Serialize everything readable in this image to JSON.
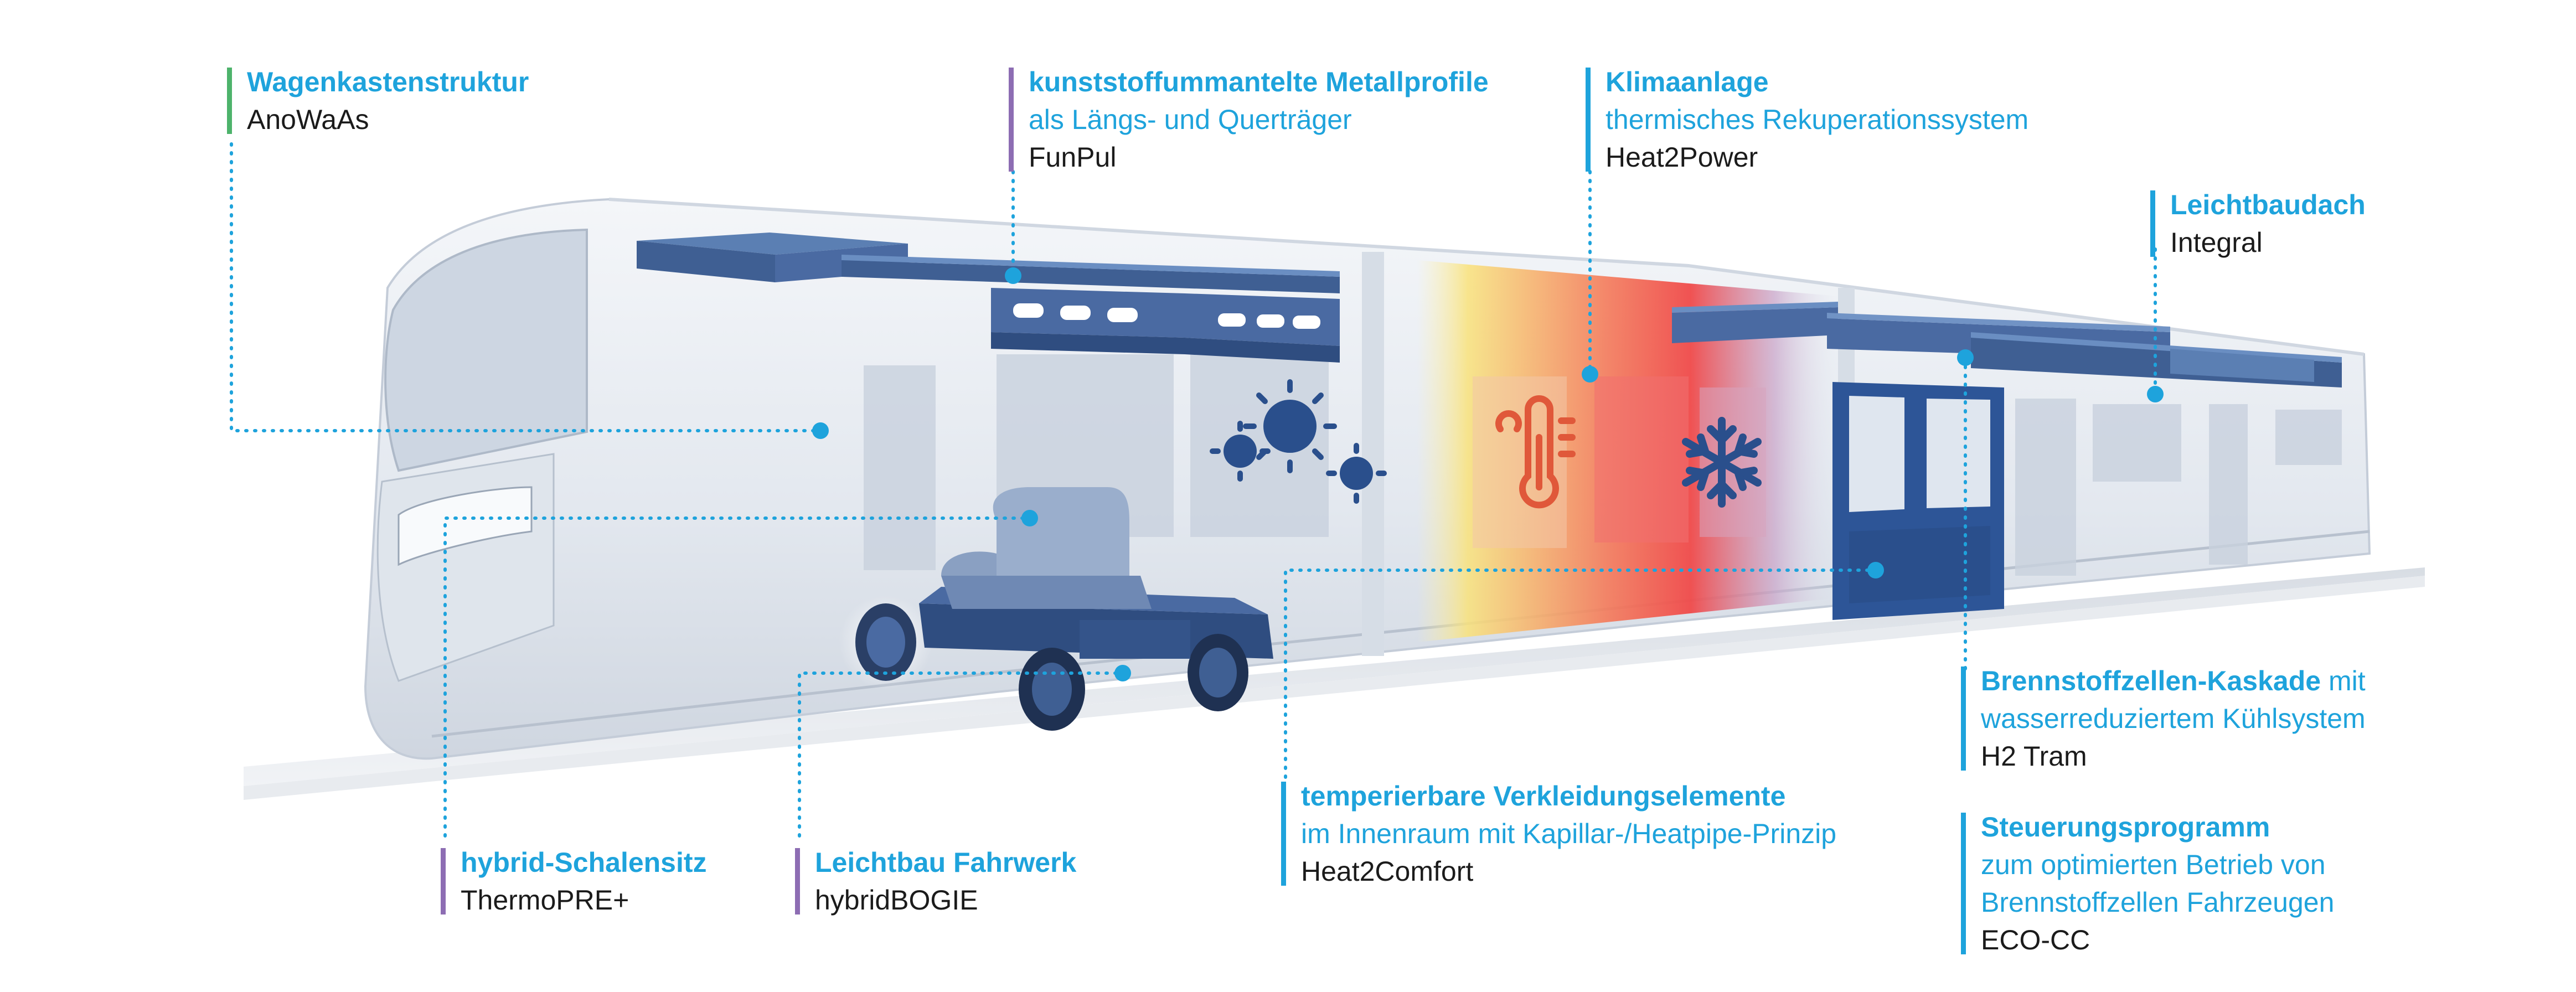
{
  "colors": {
    "accent_text": "#1ea3dc",
    "code_text": "#1b1b1b",
    "bar_green": "#4db36b",
    "bar_purple": "#8d6db3",
    "bar_blue": "#1ea3dc",
    "component_blue": "#3f5f93",
    "train_body": "#e6eaf0",
    "heat_red": "#f04a4a",
    "heat_yellow": "#f7df6a"
  },
  "callouts": [
    {
      "id": "wagenkasten",
      "title": "Wagenkastenstruktur",
      "code": "AnoWaAs",
      "bar": "green"
    },
    {
      "id": "metallprofile",
      "title": "kunststoffummantelte Metallprofile",
      "desc": [
        "als Längs- und Querträger"
      ],
      "code": "FunPul",
      "bar": "purple"
    },
    {
      "id": "klimaanlage",
      "title": "Klimaanlage",
      "desc": [
        "thermisches Rekuperationssystem"
      ],
      "code": "Heat2Power",
      "bar": "blue"
    },
    {
      "id": "leichtbaudach",
      "title": "Leichtbaudach",
      "code": "Integral",
      "bar": "blue"
    },
    {
      "id": "brennstoffzellen",
      "title": "Brennstoffzellen-Kaskade",
      "title_rest": " mit",
      "desc": [
        "wasserreduziertem Kühlsystem"
      ],
      "code": "H2 Tram",
      "bar": "blue"
    },
    {
      "id": "steuerung",
      "title": "Steuerungsprogramm",
      "desc": [
        "zum optimierten Betrieb von",
        "Brennstoffzellen Fahrzeugen"
      ],
      "code": "ECO-CC",
      "bar": "blue"
    },
    {
      "id": "verkleidung",
      "title": "temperierbare Verkleidungselemente",
      "desc": [
        "im Innenraum mit Kapillar-/Heatpipe-Prinzip"
      ],
      "code": "Heat2Comfort",
      "bar": "blue"
    },
    {
      "id": "schalensitz",
      "title": "hybrid-Schalensitz",
      "code": "ThermoPRE+",
      "bar": "purple"
    },
    {
      "id": "fahrwerk",
      "title": "Leichtbau Fahrwerk",
      "code": "hybridBOGIE",
      "bar": "purple"
    }
  ],
  "icons": [
    "virus-icon",
    "thermometer-icon",
    "snowflake-icon"
  ]
}
